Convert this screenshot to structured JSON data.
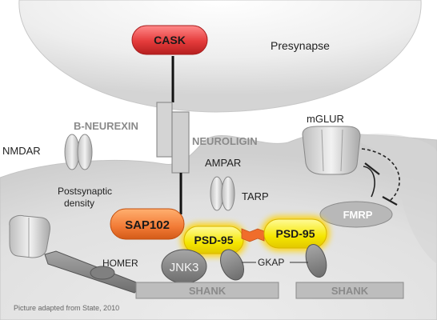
{
  "labels": {
    "presynapse": "Presynapse",
    "cask": "CASK",
    "b_neurexin": "B-NEUREXIN",
    "neuroligin": "NEUROLIGIN",
    "nmdar": "NMDAR",
    "mglur": "mGLUR",
    "ampar": "AMPAR",
    "tarp": "TARP",
    "postsynaptic_density": [
      "Postsynaptic",
      "density"
    ],
    "fmrp": "FMRP",
    "sap102": "SAP102",
    "psd95_left": "PSD-95",
    "psd95_right": "PSD-95",
    "homer": "HOMER",
    "jnk3": "JNK3",
    "gkap": "GKAP",
    "shank_left": "SHANK",
    "shank_right": "SHANK"
  },
  "caption": "Picture adapted from State, 2010",
  "colors": {
    "cask_fill": "#e53b3b",
    "sap102_fill": "#f27a35",
    "psd95_fill": "#f5e600",
    "psd95_glow": "#ffd400",
    "linker": "#f06d2b",
    "membrane_grey": "#dcdcdc",
    "protein_grey": "#9a9a9a",
    "text_dark": "#222222",
    "text_grey": "#8a8a8a"
  }
}
